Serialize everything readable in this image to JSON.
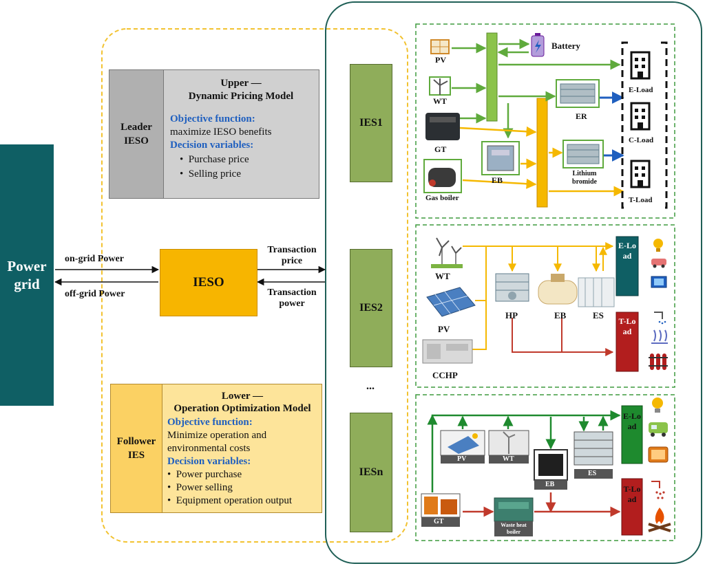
{
  "power_grid": {
    "line1": "Power",
    "line2": "grid"
  },
  "flows": {
    "on_grid": "on-grid Power",
    "off_grid": "off-grid Power",
    "transaction_price_1": "Transaction",
    "transaction_price_2": "price",
    "transaction_power_1": "Transaction",
    "transaction_power_2": "power"
  },
  "ieso": {
    "label": "IESO"
  },
  "leader": {
    "role_1": "Leader",
    "role_2": "IESO",
    "title_1": "Upper —",
    "title_2": "Dynamic Pricing Model",
    "objective_heading": "Objective function:",
    "objective": "maximize IESO benefits",
    "decision_heading": "Decision variables:",
    "variables": [
      "Purchase price",
      "Selling price"
    ]
  },
  "follower": {
    "role_1": "Follower",
    "role_2": "IES",
    "title_1": "Lower —",
    "title_2": "Operation Optimization Model",
    "objective_heading": "Objective function:",
    "objective_1": "Minimize operation and",
    "objective_2": "environmental costs",
    "decision_heading": "Decision variables:",
    "variables": [
      "Power purchase",
      "Power selling",
      "Equipment operation output"
    ]
  },
  "ies": {
    "ies1": "IES1",
    "ies2": "IES2",
    "dots": "...",
    "iesn": "IESn"
  },
  "system1": {
    "pv": "PV",
    "wt": "WT",
    "gt": "GT",
    "gas_boiler": "Gas boiler",
    "eb": "EB",
    "battery": "Battery",
    "er": "ER",
    "lithium_1": "Lithium",
    "lithium_2": "bromide",
    "e_load": "E-Load",
    "c_load": "C-Load",
    "t_load": "T-Load"
  },
  "system2": {
    "wt": "WT",
    "pv": "PV",
    "cchp": "CCHP",
    "hp": "HP",
    "eb": "EB",
    "es": "ES",
    "e_load": "E-Load",
    "t_load": "T-Load"
  },
  "system3": {
    "pv": "PV",
    "wt": "WT",
    "eb": "EB",
    "es": "ES",
    "gt": "GT",
    "waste_heat_1": "Waste heat",
    "waste_heat_2": "boiler",
    "e_load": "E-Load",
    "t_load": "T-Load"
  },
  "colors": {
    "grid": "#0f5f64",
    "ieso": "#f7b500",
    "ies": "#8fad5a",
    "leader": "#d0d0d0",
    "follower": "#fde49a",
    "green_line": "#5faa3c",
    "orange_line": "#f5b800",
    "red_line": "#c0392b",
    "dark_green_line": "#1e8a2e",
    "blue_line": "#1f5fbf",
    "e_load_box": "#0f5f64",
    "t_load_box": "#b21e1e"
  }
}
